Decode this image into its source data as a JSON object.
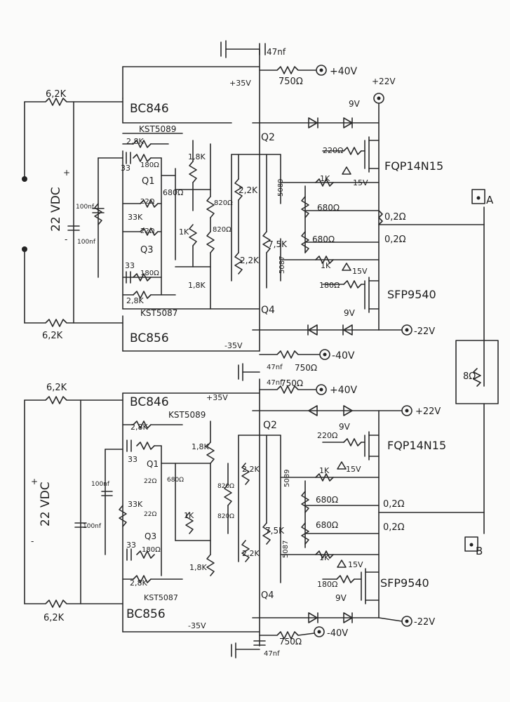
{
  "labels": {
    "cap_47nf": "47nf",
    "plus40v": "+40V",
    "ohm750": "750Ω",
    "plus35v": "+35V",
    "plus22v": "+22V",
    "bc846": "BC846",
    "bc856": "BC856",
    "kst5089": "KST5089",
    "kst5087": "KST5087",
    "q2": "Q2",
    "q4": "Q4",
    "q1": "Q1",
    "q3": "Q3",
    "r_6_2k": "6,2K",
    "r_2_8k": "2,8K",
    "r_1_8k": "1,8K",
    "r_2_2k": "2,2K",
    "r_7_5k": "7,5K",
    "r_33k": "33K",
    "r_1k": "1K",
    "r_180": "180Ω",
    "r_220": "220Ω",
    "r_680": "680Ω",
    "r_820": "820Ω",
    "r_22": "22Ω",
    "r_0_2": "0,2Ω",
    "c_33": "33",
    "c_100nf": "100nf",
    "c_47nf_lower": "47nf",
    "z15v": "15V",
    "z9v": "9V",
    "fqp": "FQP14N15",
    "sfp": "SFP9540",
    "v22dc": "22 VDC",
    "minus22v": "-22V",
    "minus35v": "-35V",
    "minus40v": "-40V",
    "out_a": "A",
    "out_b": "B",
    "speaker": "8Ω",
    "plus": "+",
    "minus": "-",
    "p5087": "5087",
    "p5089": "5089"
  }
}
